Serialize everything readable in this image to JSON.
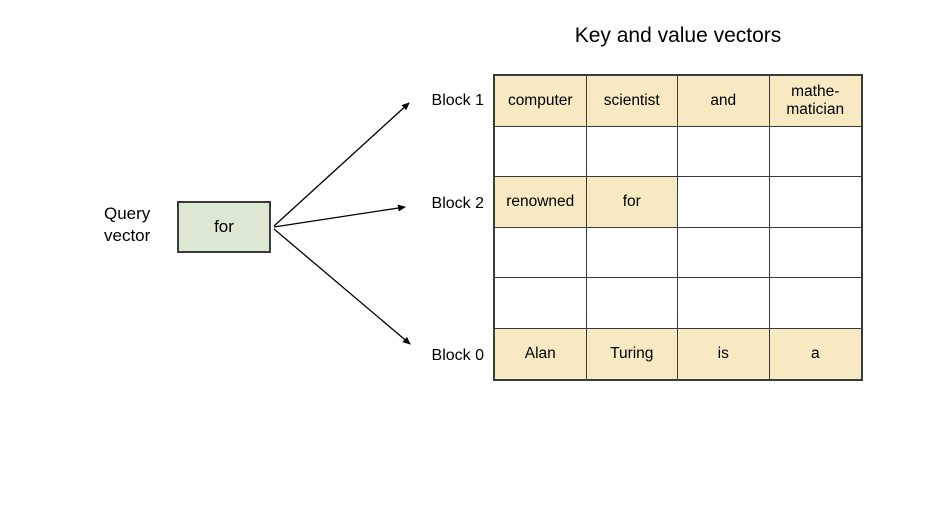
{
  "title": "Key and value vectors",
  "query": {
    "label": "Query vector",
    "value": "for"
  },
  "blocks": [
    {
      "label": "Block 1"
    },
    {
      "label": "Block 2"
    },
    {
      "label": "Block 0"
    }
  ],
  "table": {
    "columns": 4,
    "rows": [
      {
        "block": "Block 1",
        "cells": [
          "computer",
          "scientist",
          "and",
          "mathe-matician"
        ],
        "highlight": [
          true,
          true,
          true,
          true
        ]
      },
      {
        "block": "",
        "cells": [
          "",
          "",
          "",
          ""
        ],
        "highlight": [
          false,
          false,
          false,
          false
        ]
      },
      {
        "block": "Block 2",
        "cells": [
          "renowned",
          "for",
          "",
          ""
        ],
        "highlight": [
          true,
          true,
          false,
          false
        ]
      },
      {
        "block": "",
        "cells": [
          "",
          "",
          "",
          ""
        ],
        "highlight": [
          false,
          false,
          false,
          false
        ]
      },
      {
        "block": "",
        "cells": [
          "",
          "",
          "",
          ""
        ],
        "highlight": [
          false,
          false,
          false,
          false
        ]
      },
      {
        "block": "Block 0",
        "cells": [
          "Alan",
          "Turing",
          "is",
          "a"
        ],
        "highlight": [
          true,
          true,
          true,
          true
        ]
      }
    ]
  },
  "colors": {
    "highlight_fill": "#f7e9c2",
    "query_fill": "#dde8d4",
    "border": "#3b3b3b",
    "arrow": "#000000"
  }
}
